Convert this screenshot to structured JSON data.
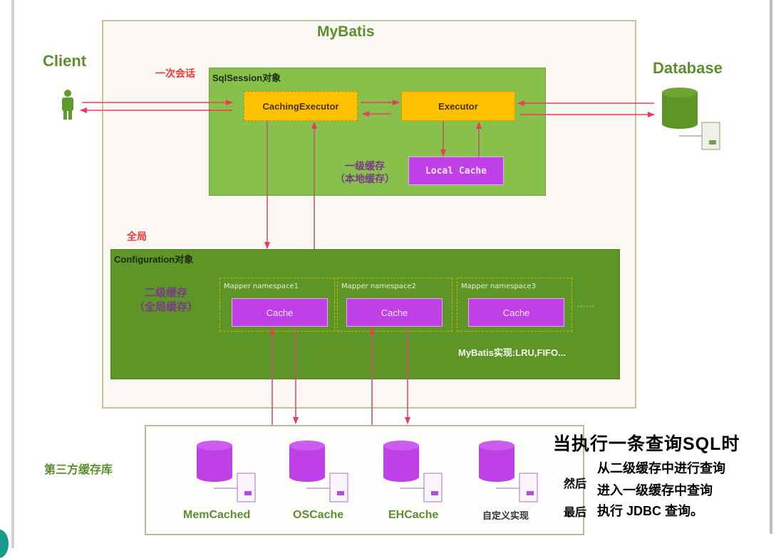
{
  "diagram": {
    "title": "MyBatis",
    "client_label": "Client",
    "database_label": "Database",
    "session_scope_label": "一次会话",
    "global_scope_label": "全局",
    "sqlsession": {
      "caption": "SqlSession对象",
      "caching_executor": "CachingExecutor",
      "executor": "Executor",
      "local_cache": "Local Cache",
      "level1_label_line1": "一级缓存",
      "level1_label_line2": "（本地缓存）"
    },
    "configuration": {
      "caption": "Configuration对象",
      "level2_label_line1": "二级缓存",
      "level2_label_line2": "（全局缓存）",
      "namespaces": [
        {
          "name": "Mapper namespace1",
          "cache": "Cache"
        },
        {
          "name": "Mapper namespace2",
          "cache": "Cache"
        },
        {
          "name": "Mapper namespace3",
          "cache": "Cache"
        }
      ],
      "more": "......",
      "impl_note": "MyBatis实现:LRU,FIFO..."
    },
    "third_party": {
      "label": "第三方缓存库",
      "libraries": [
        "MemCached",
        "OSCache",
        "EHCache",
        "自定义实现"
      ]
    },
    "note": {
      "title": "当执行一条查询SQL时",
      "line1": "从二级缓存中进行查询",
      "prefix2": "然后",
      "line2": "进入一级缓存中查询",
      "prefix3": "最后",
      "line3": "执行 JDBC 查询。"
    },
    "colors": {
      "green_title": "#5b8f2e",
      "sqlsession_green": "#87c04a",
      "configuration_green": "#5e9527",
      "executor_yellow": "#ffc000",
      "cache_purple": "#c040e8",
      "arrow_red": "#ee3a5a",
      "label_red": "#ee3a3a",
      "label_purple": "#7a3a8a"
    }
  }
}
